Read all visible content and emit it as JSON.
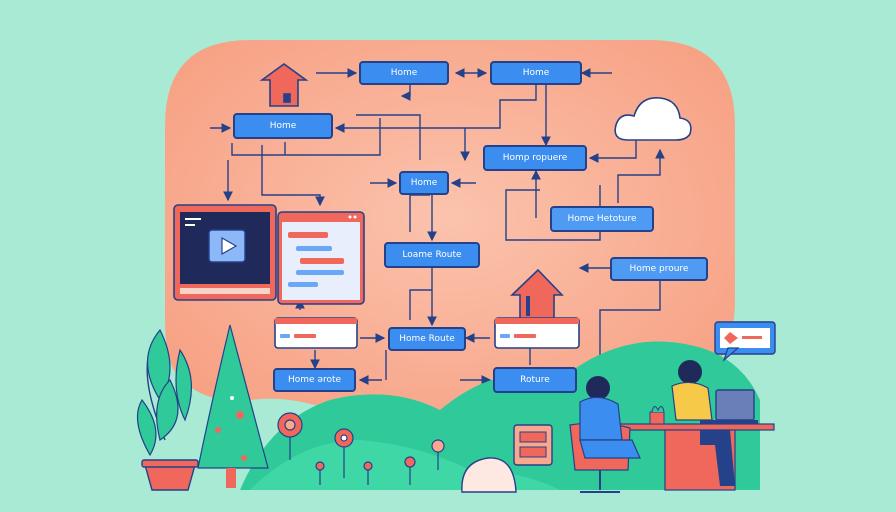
{
  "diagram": {
    "nodes": [
      {
        "id": "n1",
        "label": "Home"
      },
      {
        "id": "n2",
        "label": "Home"
      },
      {
        "id": "n3",
        "label": "Home"
      },
      {
        "id": "n4",
        "label": "Homp ropuere"
      },
      {
        "id": "n5",
        "label": "Home"
      },
      {
        "id": "n6",
        "label": "Home Hetoture"
      },
      {
        "id": "n7",
        "label": "Loame Route"
      },
      {
        "id": "n8",
        "label": "Home proure"
      },
      {
        "id": "n9",
        "label": "Home Route"
      },
      {
        "id": "n10",
        "label": "Home ərote"
      },
      {
        "id": "n11",
        "label": "Roture"
      }
    ]
  },
  "colors": {
    "background": "#a9ead5",
    "blob": "#f9a88e",
    "node_fill": "#3b8df0",
    "outline": "#24418a",
    "accent_red": "#f0675c",
    "foliage": "#2fc99a"
  }
}
